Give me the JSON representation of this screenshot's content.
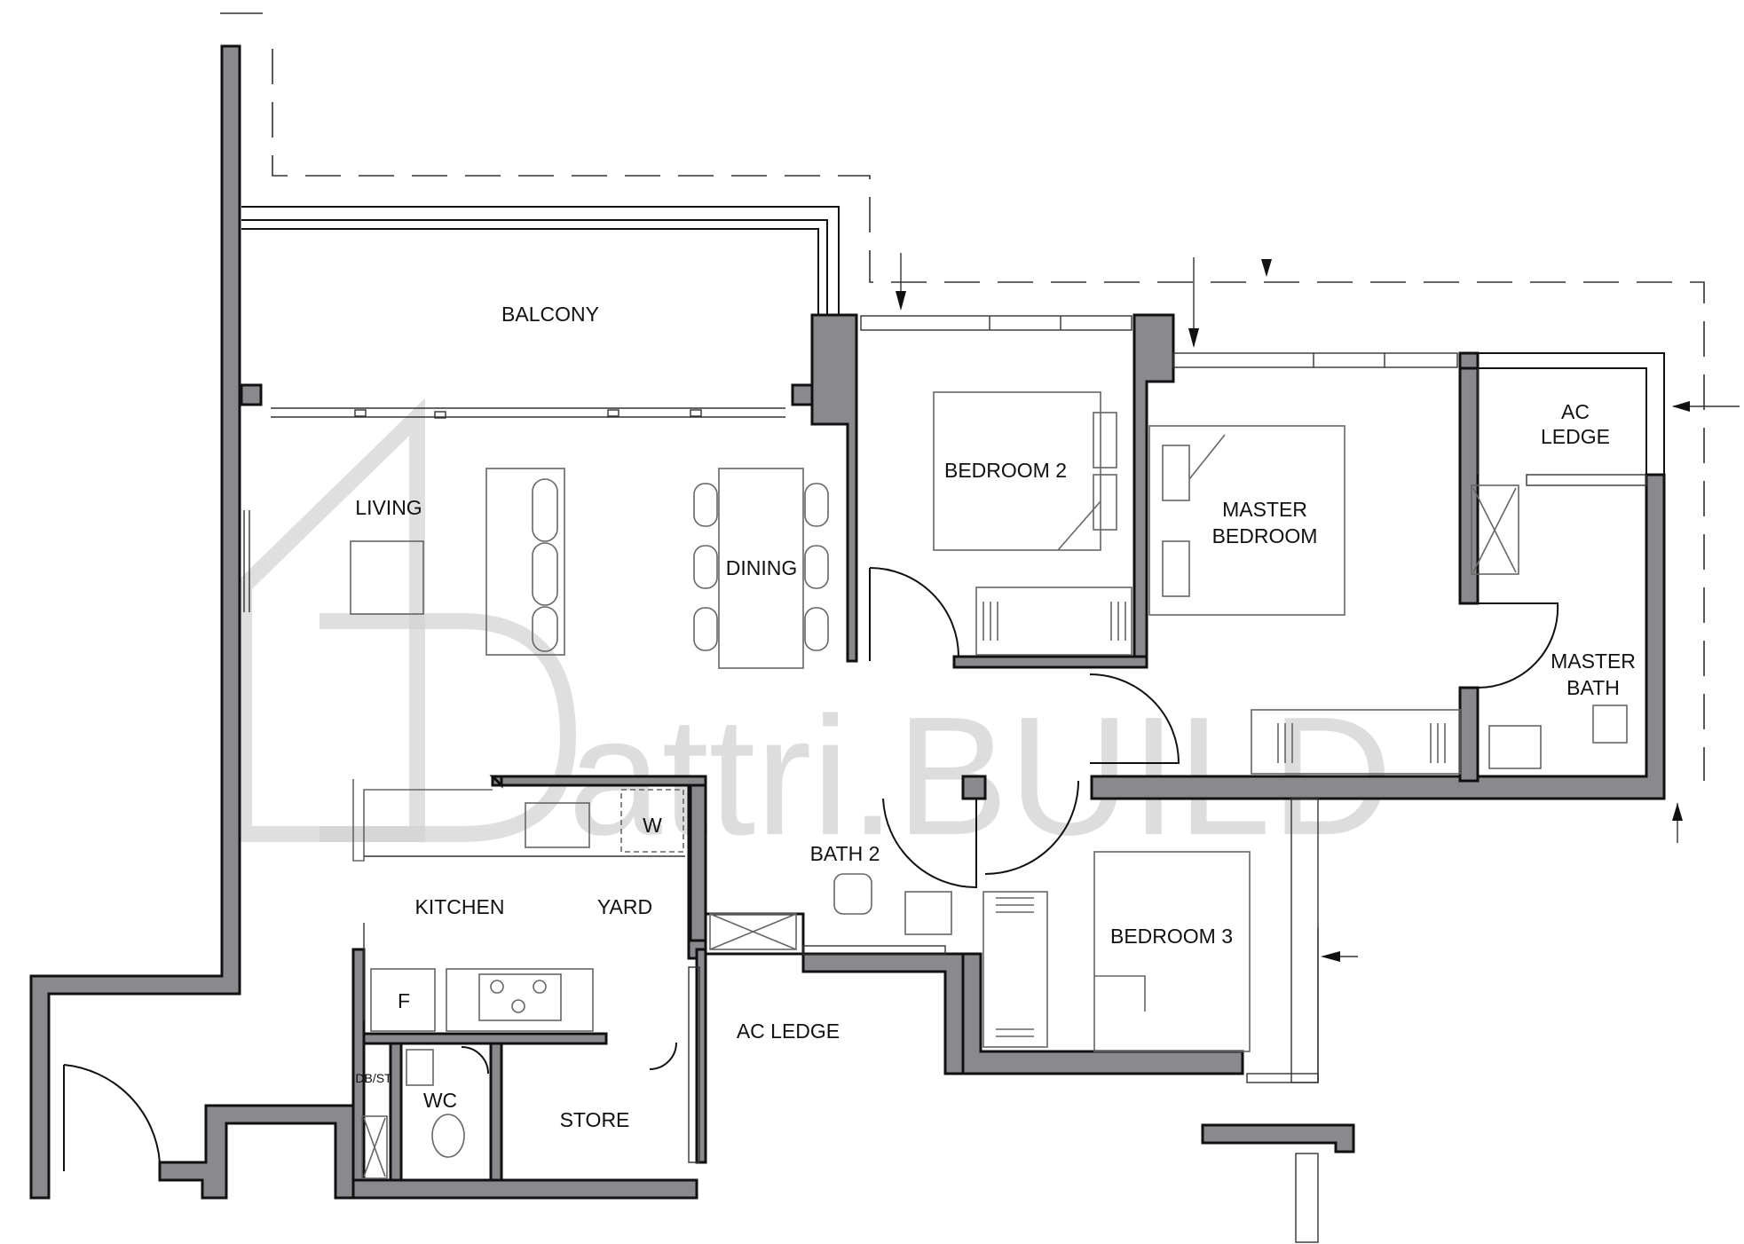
{
  "rooms": {
    "balcony": "BALCONY",
    "living": "LIVING",
    "dining": "DINING",
    "bedroom2": "BEDROOM 2",
    "master_bedroom_1": "MASTER",
    "master_bedroom_2": "BEDROOM",
    "ac_ledge_top_1": "AC",
    "ac_ledge_top_2": "LEDGE",
    "master_bath_1": "MASTER",
    "master_bath_2": "BATH",
    "bath2": "BATH 2",
    "bedroom3": "BEDROOM 3",
    "kitchen": "KITCHEN",
    "yard": "YARD",
    "ac_ledge_bottom": "AC LEDGE",
    "store": "STORE",
    "wc": "WC",
    "db_st": "DB/ST",
    "fridge": "F",
    "washer": "W"
  },
  "watermark": {
    "text": "attri.BUILD"
  },
  "colors": {
    "wall": "#8a8a8e",
    "line": "#111111",
    "watermark": "#d2d2d2"
  }
}
